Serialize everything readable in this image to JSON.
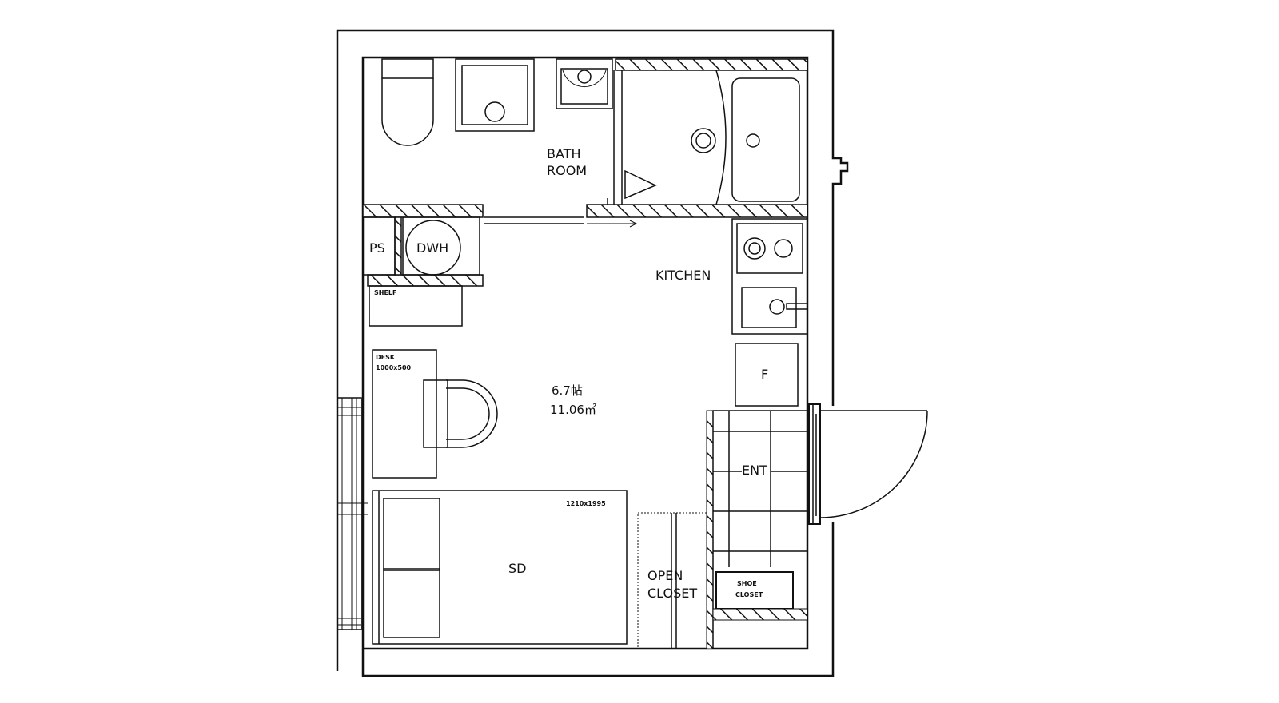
{
  "plan": {
    "labels": {
      "bath_room_1": "BATH",
      "bath_room_2": "ROOM",
      "ps": "PS",
      "dwh": "DWH",
      "shelf": "SHELF",
      "kitchen": "KITCHEN",
      "desk_1": "DESK",
      "desk_2": "1000x500",
      "room_size": "6.7帖",
      "room_area": "11.06㎡",
      "fridge": "F",
      "entrance": "ENT",
      "bed": "SD",
      "bed_size": "1210x1995",
      "open_closet_1": "OPEN",
      "open_closet_2": "CLOSET",
      "shoe_closet_1": "SHOE",
      "shoe_closet_2": "CLOSET"
    },
    "icons": {
      "hatch": "diagonal-hatch-pattern"
    }
  }
}
